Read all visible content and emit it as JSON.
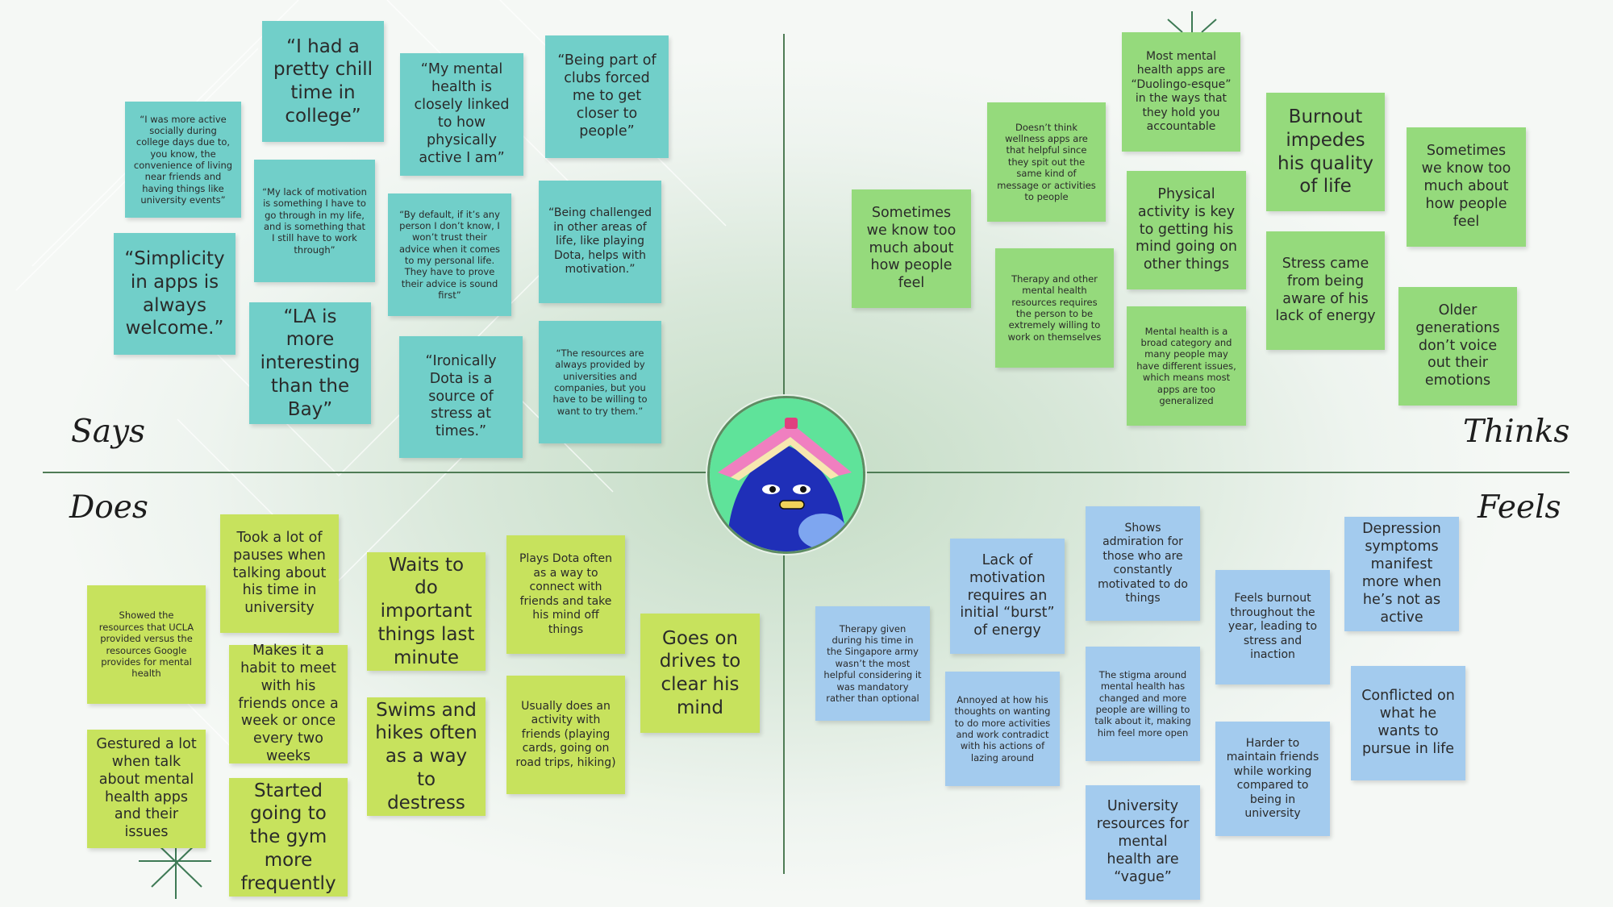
{
  "quadrants": {
    "says": "Says",
    "thinks": "Thinks",
    "does": "Does",
    "feels": "Feels"
  },
  "colors": {
    "says": "#71cfc9",
    "thinks": "#95da7c",
    "does": "#c7e25d",
    "feels": "#a3cbee",
    "axis": "#4f7c55"
  },
  "persona": {
    "icon": "bird-with-book-icon",
    "background": "#5fe39a"
  },
  "says": [
    "“I had a pretty chill time in college”",
    "“My mental health is closely linked to how physically active I am”",
    "“Being part of clubs forced me to get closer to people”",
    "“I was more active socially during college days due to, you know, the convenience of living near friends and having things like university events”",
    "“My lack of motivation is something I have to go through in my life, and is something that I still have to work through”",
    "“By default, if it’s any person I don’t know, I won’t trust their advice when it comes to my personal life. They have to prove their advice is sound first”",
    "“Being challenged in other areas of life, like playing Dota, helps with motivation.”",
    "“Simplicity in apps is always welcome.”",
    "“LA is more interesting than the Bay”",
    "“Ironically Dota is a source of stress at times.”",
    "“The resources are always provided by universities and companies, but you have to be willing to want to try them.”"
  ],
  "thinks": [
    "Most mental health apps are “Duolingo-esque” in the ways that they hold you accountable",
    "Doesn’t think wellness apps are that helpful since they spit out the same kind of message or activities to people",
    "Burnout impedes his quality of life",
    "Sometimes we know too much about how people feel",
    "Sometimes we know too much about how people feel",
    "Physical activity is key to getting his mind going on other things",
    "Therapy and other mental health resources requires the person to be extremely willing to work on themselves",
    "Stress came from being aware of his lack of energy",
    "Mental health is a broad category and many people may have different issues, which means most apps are too generalized",
    "Older generations don’t voice out their emotions"
  ],
  "does": [
    "Took a lot of pauses when talking about his time in university",
    "Waits to do important things last minute",
    "Plays Dota often as a way to connect with friends and take his mind off things",
    "Showed the resources that UCLA provided versus the resources Google provides for mental health",
    "Makes it a habit to meet with his friends once a week or once every two weeks",
    "Goes on drives to clear his mind",
    "Swims and hikes often as a way to destress",
    "Usually does an activity with friends (playing cards, going on road trips, hiking)",
    "Gestured a lot when talk about mental health apps and their issues",
    "Started going to the gym more frequently"
  ],
  "feels": [
    "Shows admiration for those who are constantly motivated to do things",
    "Depression symptoms manifest more when he’s not as active",
    "Lack of motivation requires an initial “burst” of energy",
    "Feels burnout throughout the year, leading to stress and inaction",
    "Therapy given during his time in the Singapore army wasn’t the most helpful considering it was mandatory rather than optional",
    "The stigma around mental health has changed and more people are willing to talk about it, making him feel more open",
    "Annoyed at how his thoughts on wanting to do more activities and work contradict with his actions of lazing around",
    "Conflicted on what he wants to pursue in life",
    "Harder to maintain friends while working compared to being in university",
    "University resources for mental health are “vague”"
  ]
}
